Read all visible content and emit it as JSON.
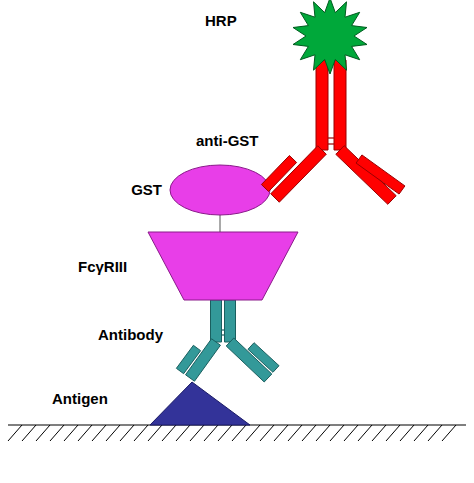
{
  "diagram": {
    "labels": [
      "HRP",
      "anti-GST",
      "GST",
      "FcγRIII",
      "Antibody",
      "Antigen"
    ]
  }
}
